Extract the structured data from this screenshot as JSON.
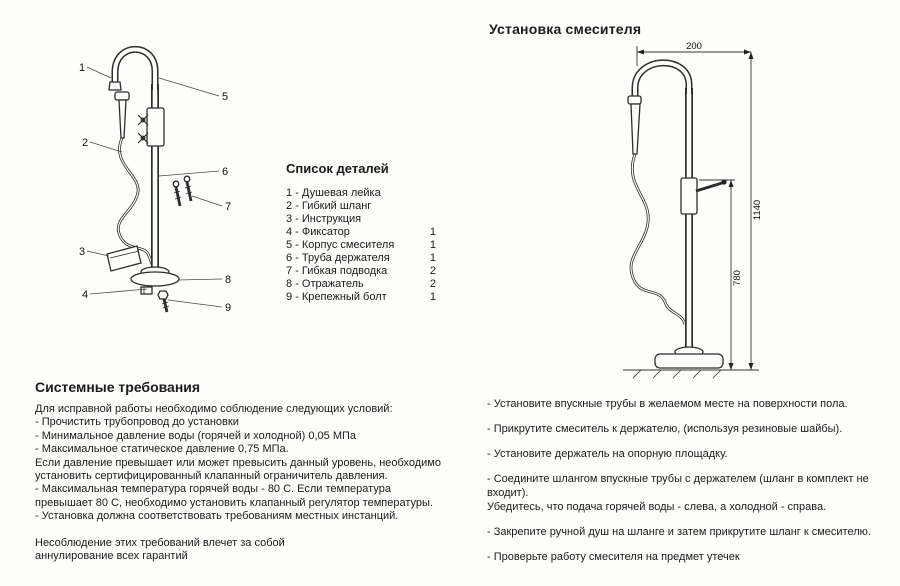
{
  "document": {
    "right_title": "Установка смесителя",
    "parts_list": {
      "title": "Список деталей",
      "items": [
        {
          "text": "1 - Душевая лейка",
          "qty": ""
        },
        {
          "text": "2 - Гибкий шланг",
          "qty": ""
        },
        {
          "text": "3 - Инструкция",
          "qty": ""
        },
        {
          "text": "4 - Фиксатор",
          "qty": "1"
        },
        {
          "text": "5 - Корпус смесителя",
          "qty": "1"
        },
        {
          "text": "6 - Труба держателя",
          "qty": "1"
        },
        {
          "text": "7 - Гибкая подводка",
          "qty": "2"
        },
        {
          "text": "8 - Отражатель",
          "qty": "2"
        },
        {
          "text": "9 - Крепежный болт",
          "qty": "1"
        }
      ]
    },
    "system_requirements": {
      "title": "Системные требования",
      "text": "Для исправной работы необходимо соблюдение следующих условий:\n- Прочистить трубопровод до установки\n- Минимальное давление воды (горячей и холодной) 0,05 МПа\n- Максимальное статическое давление 0,75 МПа.\nЕсли давление превышает или может превысить данный уровень, необходимо\nустановить сертифицированный  клапанный ограничитель давления.\n- Максимальная температура горячей воды - 80 С. Если температура\nпревышает 80 С, необходимо установить клапанный регулятор температуры.\n- Установка должна соответствовать требованиям местных инстанций.\n\nНесоблюдение этих требований влечет за собой\nаннулирование всех гарантий"
    },
    "install_steps": [
      "- Установите впускные трубы в желаемом месте на поверхности пола.",
      "- Прикрутите смеситель к держателю, (используя резиновые шайбы).",
      "- Установите держатель на опорную площадку.",
      "- Соедините шлангом впускные трубы с держателем (шланг в комплект не входит).\nУбедитесь, что подача горячей воды - слева, а холодной - справа.",
      "- Закрепите ручной душ на шланге и затем прикрутите шланг к смесителю.",
      "- Проверьте работу смесителя на предмет утечек"
    ],
    "left_diagram": {
      "callouts": [
        "1",
        "2",
        "3",
        "4",
        "5",
        "6",
        "7",
        "8",
        "9"
      ]
    },
    "right_diagram": {
      "dim_width": "200",
      "dim_total_height": "1140",
      "dim_lower_height": "780"
    }
  }
}
